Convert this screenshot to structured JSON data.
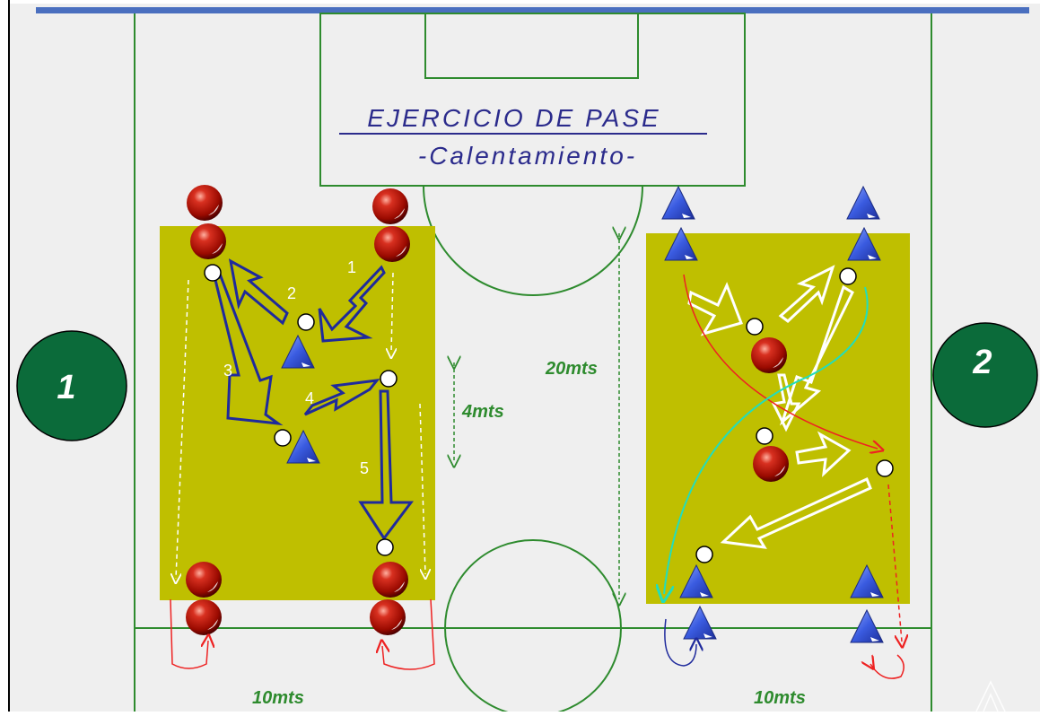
{
  "title": "EJERCICIO DE PASE",
  "subtitle": "-Calentamiento-",
  "stations": [
    "1",
    "2"
  ],
  "measurements": {
    "width_left": "10mts",
    "width_right": "10mts",
    "gap": "20mts",
    "spacing": "4mts"
  },
  "pass_sequence": [
    "1",
    "2",
    "3",
    "4",
    "5"
  ],
  "colors": {
    "field": "#efefef",
    "lines": "#2e8b2e",
    "grid_area": "#bfbf00",
    "station": "#0b6b3a",
    "blue_arrow": "#1f2a9c",
    "top_bar": "#4a6fbf",
    "player": "#a00000",
    "cone": "#3355dd"
  }
}
